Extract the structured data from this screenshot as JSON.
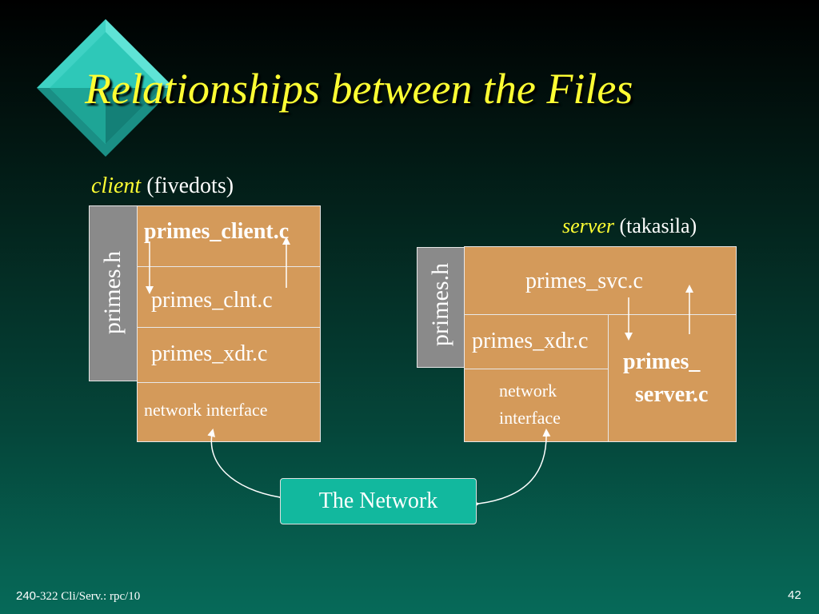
{
  "title": "Relationships between the Files",
  "client": {
    "label_italic": "client",
    "label_host": "(fivedots)",
    "header_file": "primes.h",
    "files": [
      "primes_client.c",
      "primes_clnt.c",
      "primes_xdr.c"
    ],
    "network_interface": "network interface"
  },
  "server": {
    "label_italic": "server",
    "label_host": "(takasila)",
    "header_file": "primes.h",
    "svc_file": "primes_svc.c",
    "xdr_file": "primes_xdr.c",
    "network_interface_line1": "network",
    "network_interface_line2": "interface",
    "server_file_line1": "primes_",
    "server_file_line2": "server.c"
  },
  "network": "The Network",
  "footer": {
    "left_prefix": "240",
    "left_rest": "-322 Cli/Serv.: rpc/10",
    "page": "42"
  },
  "colors": {
    "title": "#ffff33",
    "box": "#d49a5a",
    "header_box": "#8a8a8a",
    "network_box": "#12b89e",
    "logo": "#2ec8b8"
  }
}
